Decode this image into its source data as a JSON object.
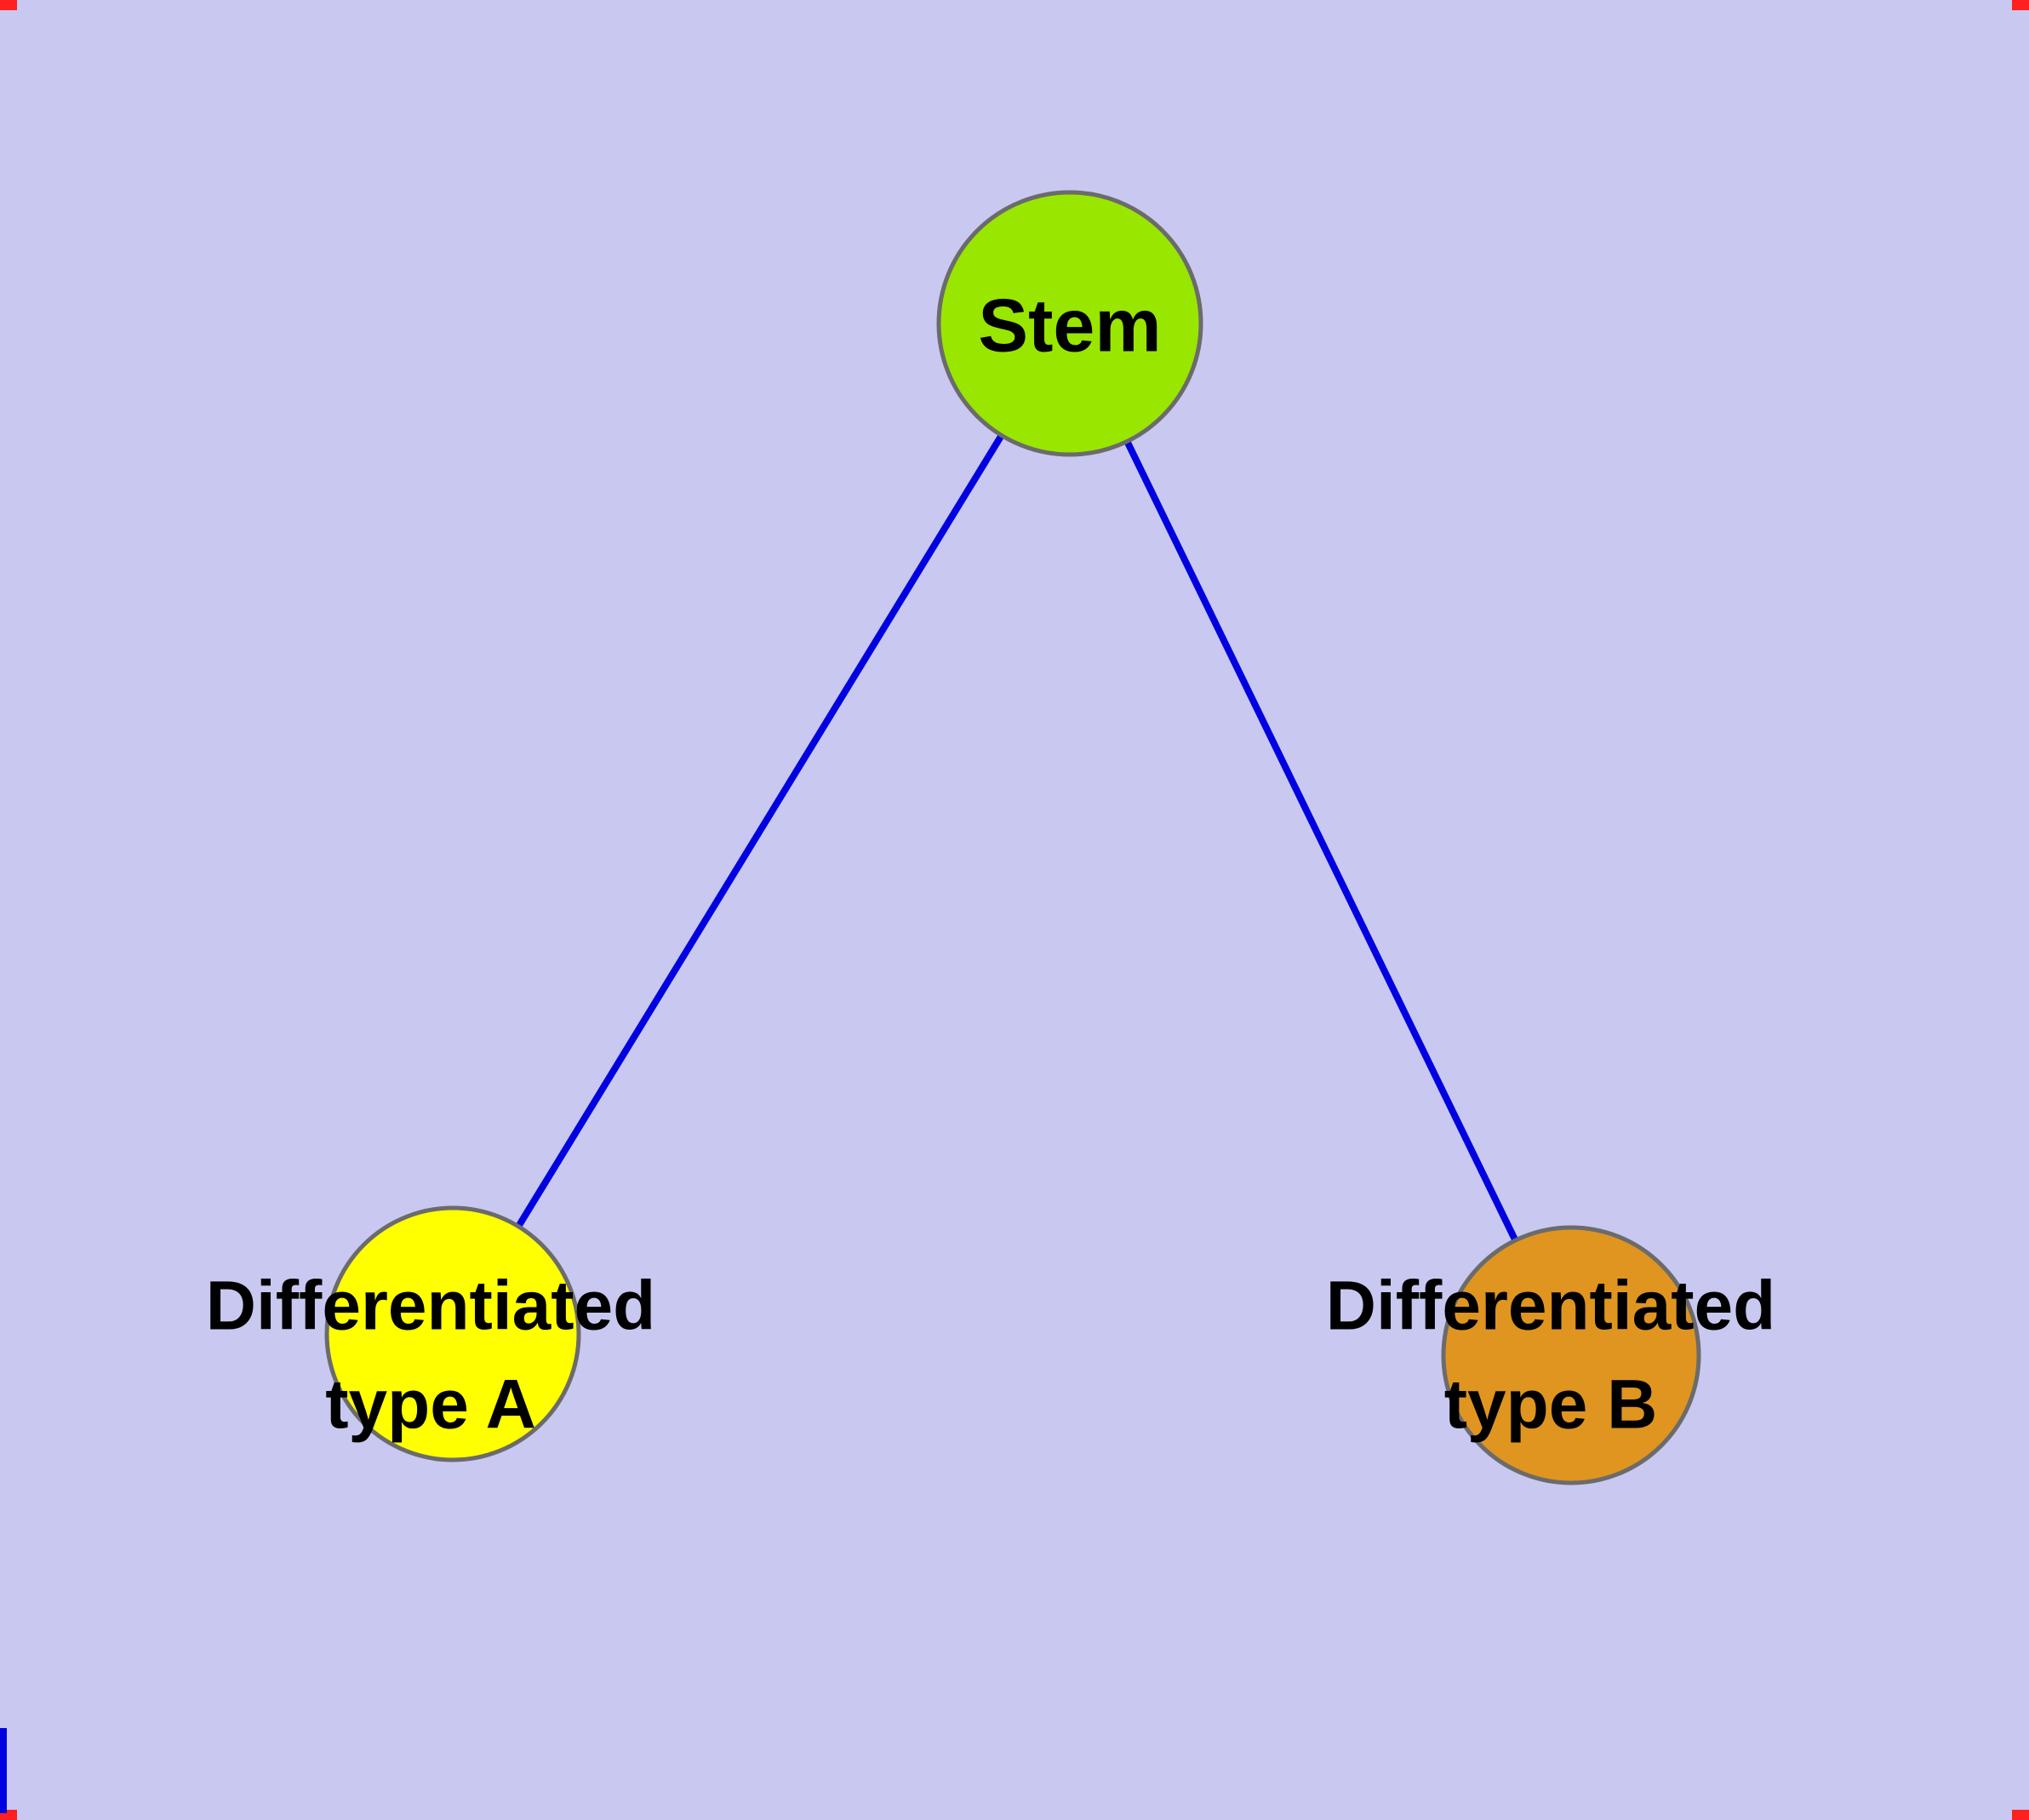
{
  "diagram": {
    "background_color": "#c8c8f0",
    "edge_color": "#0000e0",
    "node_border_color": "#6b6b6b",
    "text_color": "#000000",
    "nodes": {
      "stem": {
        "label": "Stem",
        "color": "#99e600"
      },
      "type_a": {
        "label_lines": [
          "Differentiated",
          "type A"
        ],
        "color": "#ffff00"
      },
      "type_b": {
        "label_lines": [
          "Differentiated",
          "type B"
        ],
        "color": "#df951f"
      }
    },
    "edges": [
      {
        "from": "Stem",
        "to": "Differentiated type A"
      },
      {
        "from": "Stem",
        "to": "Differentiated type B"
      }
    ]
  }
}
